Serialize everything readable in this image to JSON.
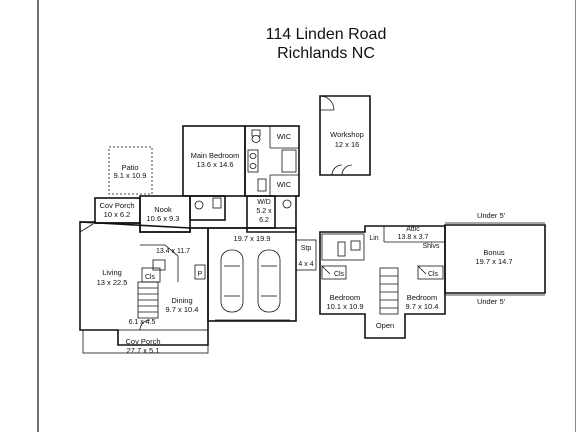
{
  "title": {
    "line1": "114 Linden Road",
    "line2": "Richlands NC"
  },
  "rooms": {
    "main_bedroom": {
      "name": "Main Bedroom",
      "dims": "13.6 x 14.6"
    },
    "wic_1": {
      "name": "WIC"
    },
    "wic_2": {
      "name": "WIC"
    },
    "workshop": {
      "name": "Workshop",
      "dims": "12 x 16"
    },
    "patio": {
      "name": "Patio",
      "dims": "9.1 x 10.9"
    },
    "cov_porch_rear": {
      "name": "Cov Porch",
      "dims": "10 x 6.2"
    },
    "nook": {
      "name": "Nook",
      "dims": "10.6 x 9.3"
    },
    "wd": {
      "name": "W/D",
      "dims": "5.2 x",
      "dims2": "6.2"
    },
    "kitchen": {
      "dims": "13.4 x 11.7"
    },
    "garage": {
      "dims": "19.7 x 19.9"
    },
    "stp": {
      "name": "Stp",
      "dims": "4 x 4"
    },
    "living": {
      "name": "Living",
      "dims": "13 x 22.5"
    },
    "cls_main": {
      "name": "Cls"
    },
    "pantry": {
      "name": "P"
    },
    "dining": {
      "name": "Dining",
      "dims": "9.7 x 10.4"
    },
    "foyer": {
      "dims": "6.1 x 4.5"
    },
    "cov_porch_front": {
      "name": "Cov Porch",
      "dims": "27.7 x 5.1"
    },
    "under_5_top": {
      "name": "Under 5'"
    },
    "under_5_bottom": {
      "name": "Under 5'"
    },
    "lin": {
      "name": "Lin"
    },
    "attic": {
      "name": "Attic",
      "dims": "13.8 x 3.7"
    },
    "shlvs": {
      "name": "Shlvs"
    },
    "bonus": {
      "name": "Bonus",
      "dims": "19.7 x 14.7"
    },
    "cls_left": {
      "name": "Cls"
    },
    "cls_right": {
      "name": "Cls"
    },
    "bedroom_left": {
      "name": "Bedroom",
      "dims": "10.1 x 10.9"
    },
    "bedroom_right": {
      "name": "Bedroom",
      "dims": "9.7 x 10.4"
    },
    "open": {
      "name": "Open"
    }
  }
}
